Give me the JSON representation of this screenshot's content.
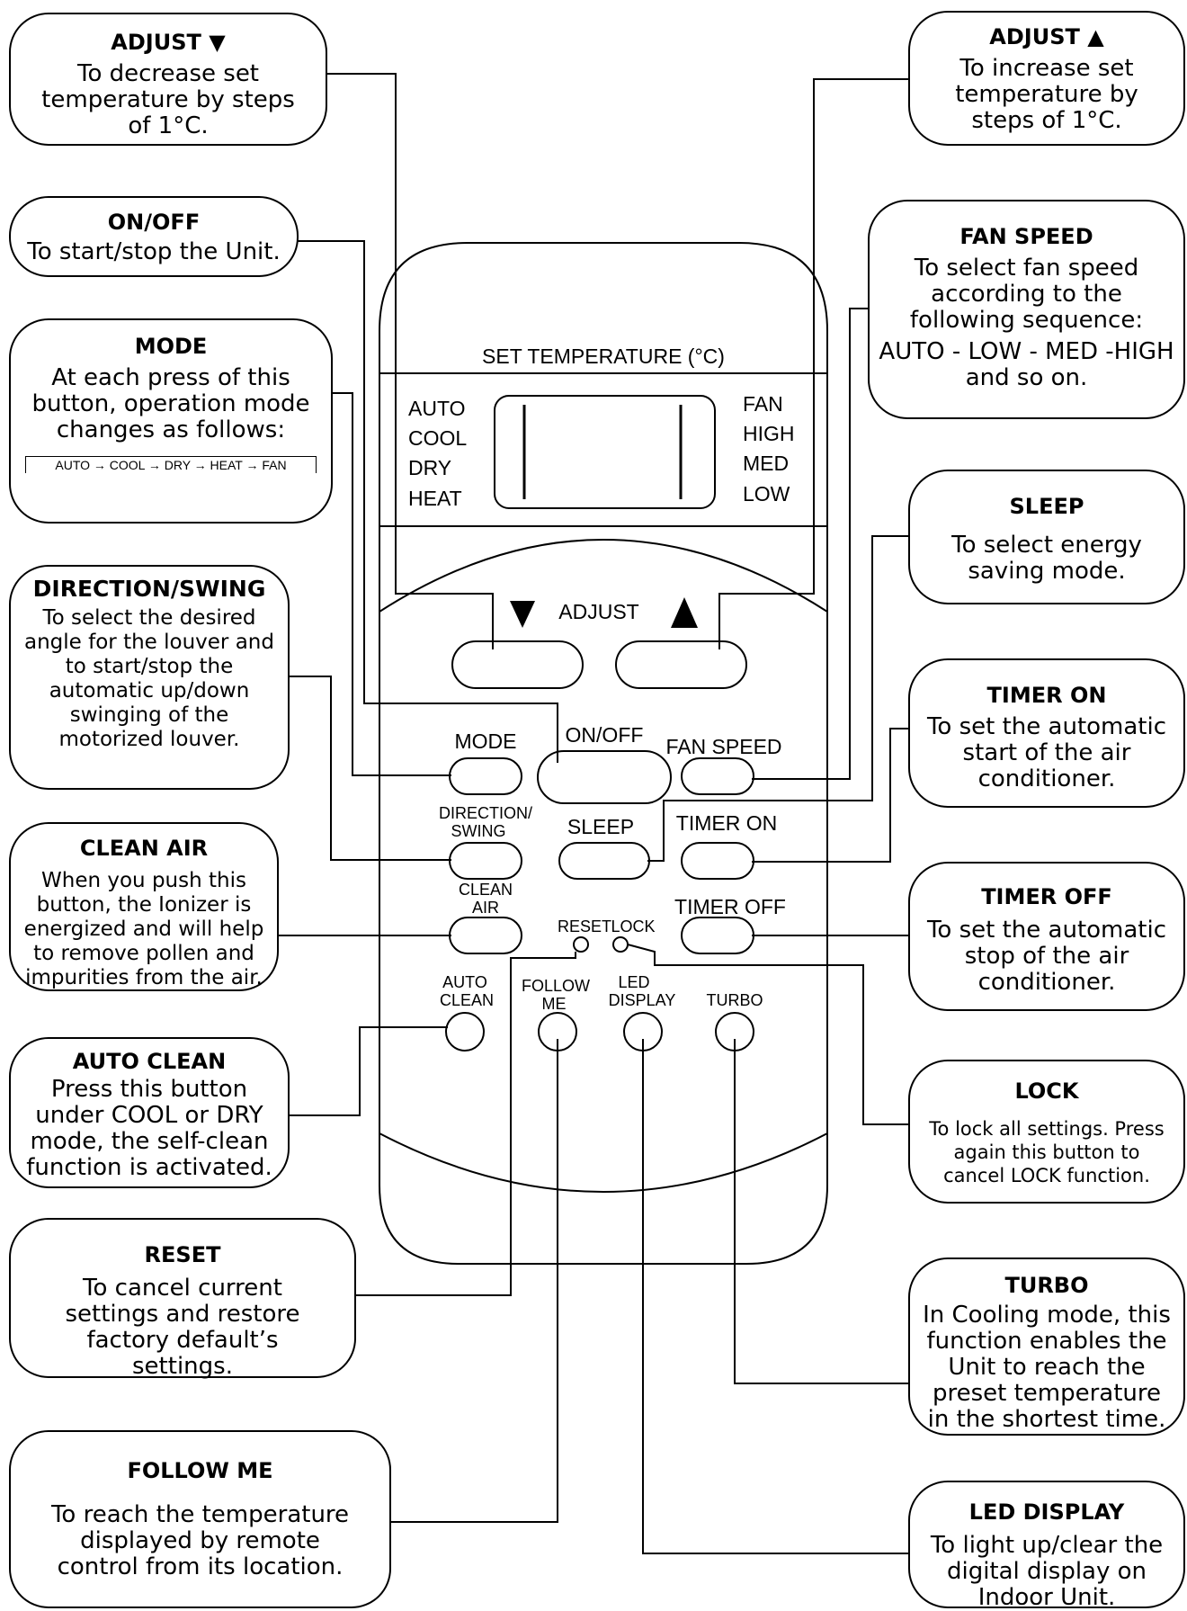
{
  "callouts": {
    "adjust_down": {
      "title": "ADJUST ▼",
      "desc": "To decrease set temperature by steps of 1°C."
    },
    "on_off": {
      "title": "ON/OFF",
      "desc": "To start/stop the Unit."
    },
    "mode": {
      "title": "MODE",
      "desc": "At each press of this button, operation mode changes as follows:",
      "sequence": "AUTO → COOL → DRY → HEAT → FAN"
    },
    "direction_swing": {
      "title": "DIRECTION/SWING",
      "desc": "To select the desired angle for the louver and to start/stop the automatic up/down swinging of the motorized louver."
    },
    "clean_air": {
      "title": "CLEAN AIR",
      "desc": "When you push this button, the Ionizer is energized and will help to remove pollen and impurities from the air."
    },
    "auto_clean": {
      "title": "AUTO CLEAN",
      "desc": "Press this button under COOL or DRY mode, the self-clean function is activated."
    },
    "reset": {
      "title": "RESET",
      "desc": "To cancel current settings and restore factory default’s settings."
    },
    "follow_me": {
      "title": "FOLLOW ME",
      "desc": "To reach the temperature displayed by remote control from its location."
    },
    "adjust_up": {
      "title": "ADJUST ▲",
      "desc": "To increase set temperature by steps of 1°C."
    },
    "fan_speed": {
      "title": "FAN SPEED",
      "desc": "To select fan speed according to the following sequence:",
      "sequence": "AUTO - LOW - MED -HIGH and so on."
    },
    "sleep": {
      "title": "SLEEP",
      "desc": "To select energy saving mode."
    },
    "timer_on": {
      "title": "TIMER ON",
      "desc": "To set the automatic start of the air conditioner."
    },
    "timer_off": {
      "title": "TIMER OFF",
      "desc": "To set the automatic stop of the air conditioner."
    },
    "lock": {
      "title": "LOCK",
      "desc": "To lock all settings. Press again this button to cancel LOCK function."
    },
    "turbo": {
      "title": "TURBO",
      "desc": "In Cooling mode, this function enables the Unit to reach the preset temperature in the shortest time."
    },
    "led_display": {
      "title": "LED DISPLAY",
      "desc": "To light up/clear the digital display on Indoor Unit."
    }
  },
  "remote": {
    "set_temp_label": "SET TEMPERATURE (°C)",
    "modes_left": [
      "AUTO",
      "COOL",
      "DRY",
      "HEAT"
    ],
    "modes_right": [
      "FAN",
      "HIGH",
      "MED",
      "LOW"
    ],
    "adjust_label": "ADJUST",
    "mode_label": "MODE",
    "onoff_label": "ON/OFF",
    "fanspeed_label": "FAN SPEED",
    "direction_label_1": "DIRECTION/",
    "direction_label_2": "SWING",
    "sleep_label": "SLEEP",
    "timer_on_label": "TIMER ON",
    "clean_label_1": "CLEAN",
    "clean_label_2": "AIR",
    "reset_label": "RESET",
    "lock_label": "LOCK",
    "timer_off_label": "TIMER OFF",
    "autoclean_label_1": "AUTO",
    "autoclean_label_2": "CLEAN",
    "follow_label_1": "FOLLOW",
    "follow_label_2": "ME",
    "led_label_1": "LED",
    "led_label_2": "DISPLAY",
    "turbo_label": "TURBO"
  }
}
